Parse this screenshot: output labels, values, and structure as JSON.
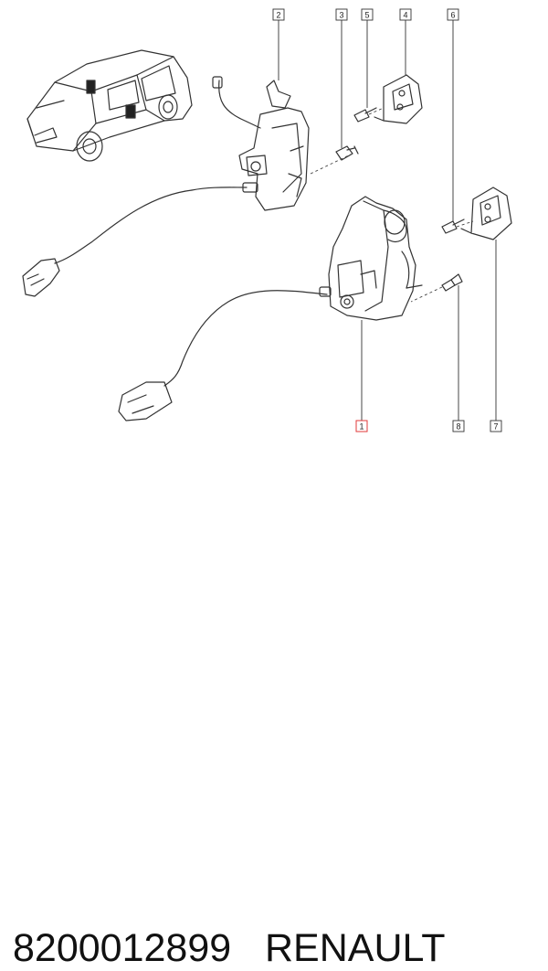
{
  "diagram": {
    "callouts": [
      {
        "id": "2",
        "label": "2"
      },
      {
        "id": "3",
        "label": "3"
      },
      {
        "id": "5",
        "label": "5"
      },
      {
        "id": "4",
        "label": "4"
      },
      {
        "id": "6",
        "label": "6"
      },
      {
        "id": "1",
        "label": "1",
        "highlight": "#e03a3a"
      },
      {
        "id": "8",
        "label": "8"
      },
      {
        "id": "7",
        "label": "7"
      }
    ],
    "line_color": "#333333",
    "highlight_color": "#e03a3a"
  },
  "caption": {
    "part_number": "8200012899",
    "brand": "RENAULT"
  }
}
